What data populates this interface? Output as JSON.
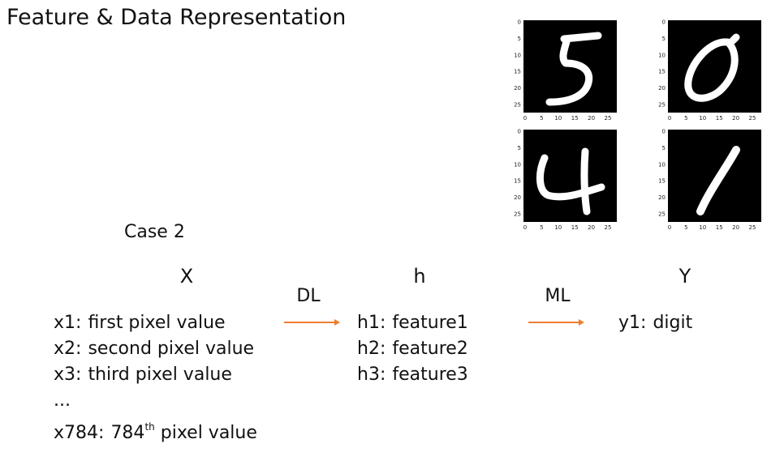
{
  "title": "Feature & Data Representation",
  "case_label": "Case 2",
  "columns": {
    "x": {
      "header": "X",
      "lines": [
        {
          "name": "x1",
          "text": "first pixel value"
        },
        {
          "name": "x2",
          "text": "second pixel value"
        },
        {
          "name": "x3",
          "text": "third pixel value"
        }
      ],
      "ellipsis": "...",
      "last": {
        "name": "x784",
        "number": "784",
        "sup": "th",
        "text": "pixel value"
      }
    },
    "h": {
      "header": "h",
      "lines": [
        {
          "name": "h1",
          "text": "feature1"
        },
        {
          "name": "h2",
          "text": "feature2"
        },
        {
          "name": "h3",
          "text": "feature3"
        }
      ]
    },
    "y": {
      "header": "Y",
      "lines": [
        {
          "name": "y1",
          "text": "digit"
        }
      ]
    }
  },
  "arrows": {
    "dl": "DL",
    "ml": "ML"
  },
  "colon": ":",
  "colors": {
    "arrow": "#ed7d31",
    "image_bg": "#000000",
    "digit": "#ffffff"
  },
  "digit_images": {
    "y_ticks": [
      "0",
      "5",
      "10",
      "15",
      "20",
      "25"
    ],
    "x_ticks": [
      "0",
      "5",
      "10",
      "15",
      "20",
      "25"
    ],
    "digits": [
      "5",
      "0",
      "4",
      "1"
    ]
  }
}
